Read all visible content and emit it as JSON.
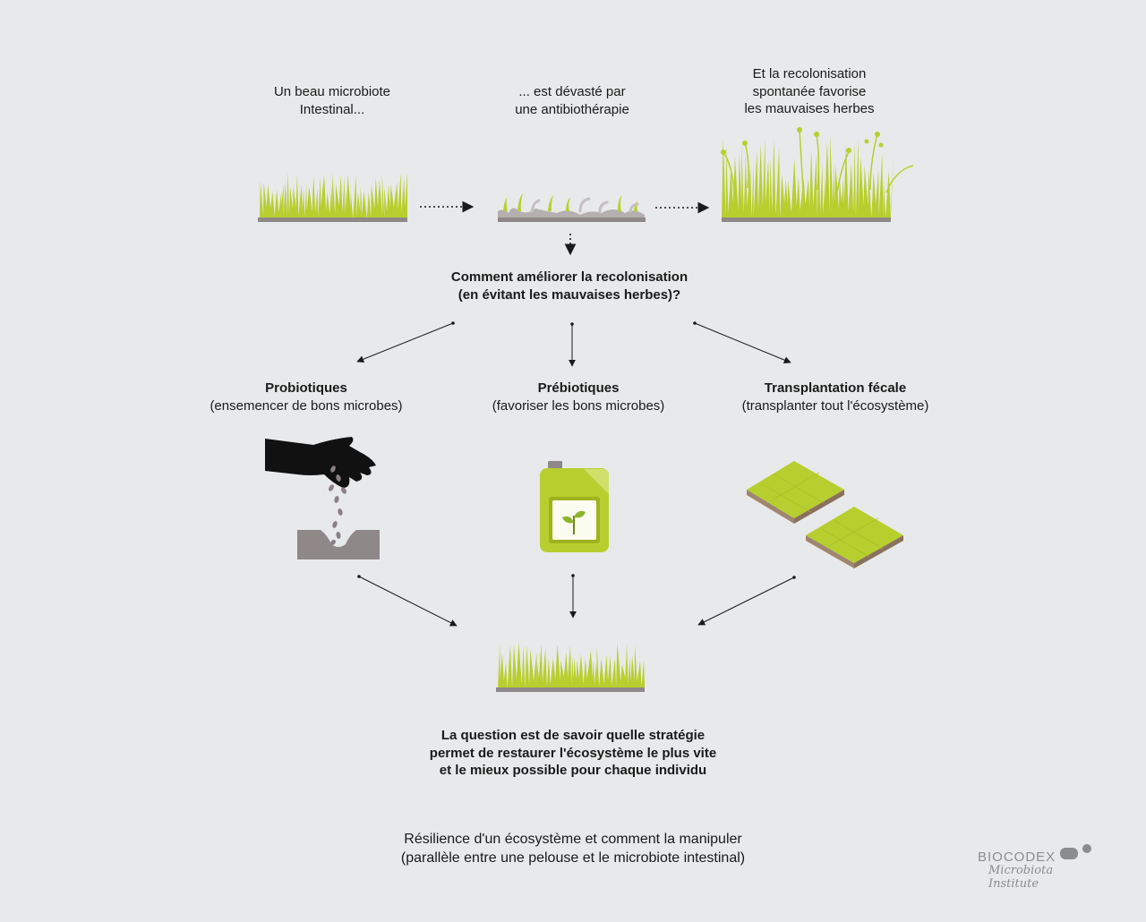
{
  "colors": {
    "grass": "#b7cf2e",
    "grass_dark": "#9db31e",
    "soil": "#8e8889",
    "background": "#e8e9ea",
    "text": "#1a1a1a",
    "brand_gray": "#8a8c8e"
  },
  "stage1": {
    "lines": [
      "Un beau microbiote",
      "Intestinal..."
    ]
  },
  "stage2": {
    "lines": [
      "... est dévasté par",
      "une antibiothérapie"
    ]
  },
  "stage3": {
    "lines": [
      "Et la recolonisation",
      "spontanée favorise",
      "les mauvaises herbes"
    ]
  },
  "question": {
    "lines": [
      "Comment améliorer la recolonisation",
      "(en évitant les mauvaises herbes)?"
    ]
  },
  "probiotics": {
    "title": "Probiotiques",
    "subtitle": "(ensemencer de bons microbes)",
    "icon": "hand-sowing-seeds-icon"
  },
  "prebiotics": {
    "title": "Prébiotiques",
    "subtitle": "(favoriser les bons microbes)",
    "icon": "fertilizer-jerrycan-icon"
  },
  "transplant": {
    "title": "Transplantation fécale",
    "subtitle": "(transplanter tout l'écosystème)",
    "icon": "turf-tiles-icon"
  },
  "conclusion": {
    "lines": [
      "La question est de savoir quelle stratégie",
      "permet de restaurer l'écosystème le plus vite",
      "et le mieux possible pour chaque individu"
    ]
  },
  "caption": {
    "lines": [
      "Résilience d'un écosystème et comment la manipuler",
      "(parallèle entre une pelouse et le microbiote intestinal)"
    ]
  },
  "brand": {
    "name": "BIOCODEX",
    "subtitle": "Microbiota Institute"
  }
}
